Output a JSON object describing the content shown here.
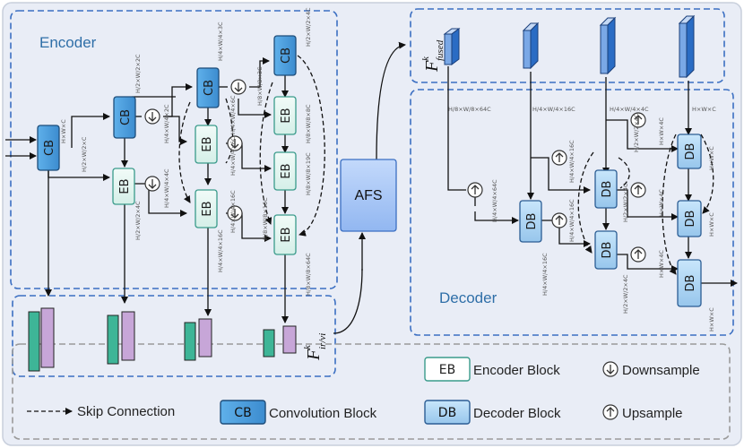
{
  "sections": {
    "encoder_title": "Encoder",
    "decoder_title": "Decoder",
    "afs_label": "AFS"
  },
  "blocks": {
    "cb": "CB",
    "eb": "EB",
    "db": "DB"
  },
  "features": {
    "fused_F": "F",
    "fused_sup": "k",
    "fused_sub": "fused",
    "enc_F": "F",
    "enc_sup": "k",
    "enc_sub": "ir/vi"
  },
  "dims": {
    "hwc": "H×W×C",
    "half_c": "H/2×W/2×C",
    "half_2c": "H/2×W/2×2C",
    "half_4c": "H/2×W/2×4C",
    "q_2c": "H/4×W/4×2C",
    "q_3c": "H/4×W/4×3C",
    "q_4c": "H/4×W/4×4C",
    "q_6c": "H/4×W/4×6C",
    "q_16c": "H/4×W/4×16C",
    "e_3c": "H/8×W/8×3C",
    "e_4c": "H/8×W/8×4C",
    "e_8c": "H/8×W/8×8C",
    "e_19c": "H/8×W/8×19C",
    "e_16c": "H/8×W/8×16C",
    "e_64c": "H/8×W/8×64C",
    "q_64c": "H/4×W/4×64C",
    "dec_hwc": "H×W×C",
    "dec_hw4c": "H×W×4C"
  },
  "legend": {
    "eb_key": "EB",
    "eb_text": "Encoder Block",
    "cb_key": "CB",
    "cb_text": "Convolution Block",
    "db_key": "DB",
    "db_text": "Decoder Block",
    "skip_text": "Skip Connection",
    "down_text": "Downsample",
    "up_text": "Upsample"
  },
  "colors": {
    "cb_fill": "#4a9ad8",
    "eb_fill": "#e4f5f1",
    "eb_stroke": "#3a9b8b",
    "db_fill": "#a9d3f2",
    "afs_fill": "#a9c8f6",
    "panel_stroke": "#3b6fc2",
    "legend_stroke": "#9a9a9a"
  }
}
